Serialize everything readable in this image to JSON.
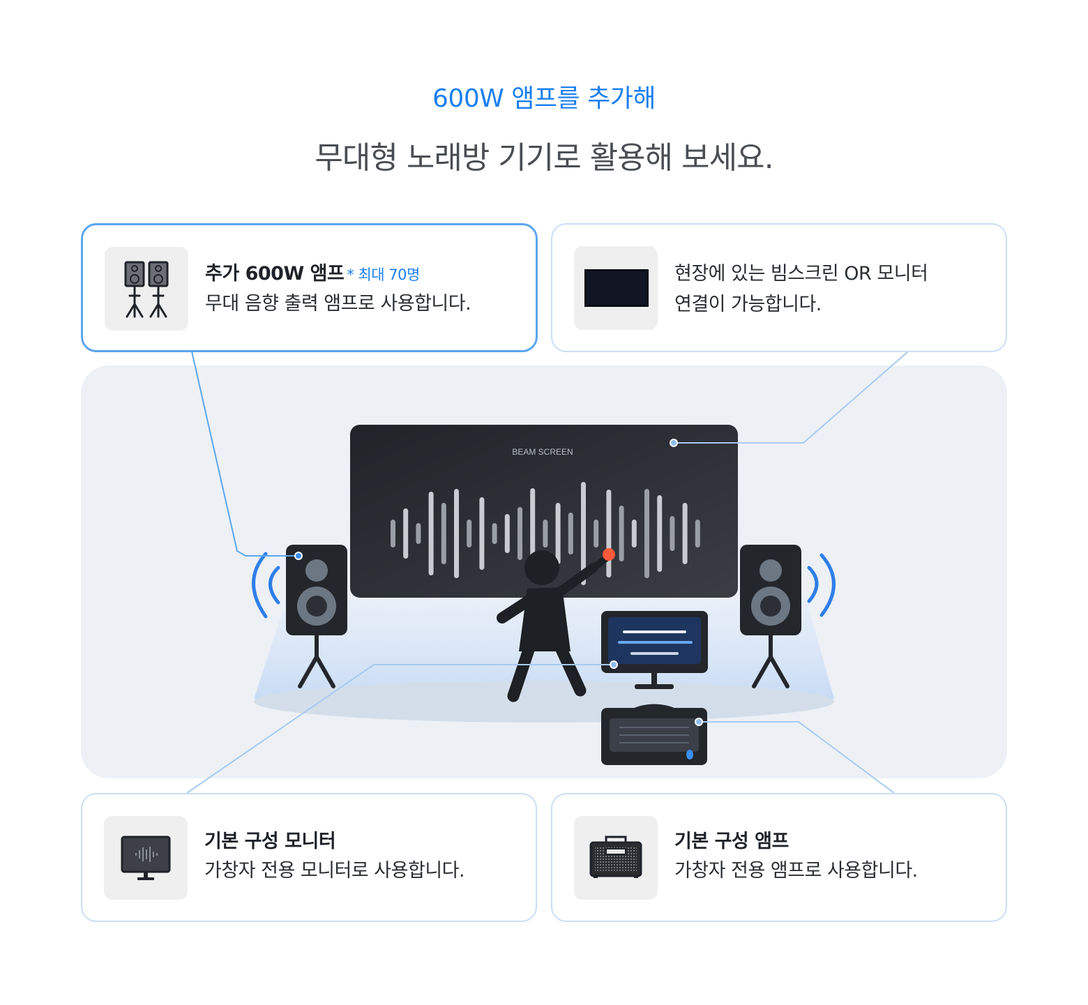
{
  "header": {
    "eyebrow": "600W 앰프를 추가해",
    "headline": "무대형 노래방 기기로 활용해 보세요."
  },
  "cards": {
    "amp600": {
      "title": "추가 600W 앰프",
      "note": "* 최대 70명",
      "desc": "무대 음향 출력 앰프로 사용합니다."
    },
    "screen": {
      "line1": "현장에 있는 빔스크린 OR 모니터",
      "line2": "연결이 가능합니다."
    },
    "monitor": {
      "title": "기본 구성 모니터",
      "desc": "가창자 전용 모니터로 사용합니다."
    },
    "amp": {
      "title": "기본 구성 앰프",
      "desc": "가창자 전용 앰프로 사용합니다."
    }
  },
  "stage": {
    "screen_label": "BEAM SCREEN"
  },
  "icons": [
    "speaker-stand-icon",
    "beam-screen-icon",
    "monitor-icon",
    "amp-icon"
  ],
  "colors": {
    "accent": "#1a7ff0",
    "card_border": "#c9def5",
    "active_border": "#5aa6ee",
    "dark": "#25282d"
  }
}
